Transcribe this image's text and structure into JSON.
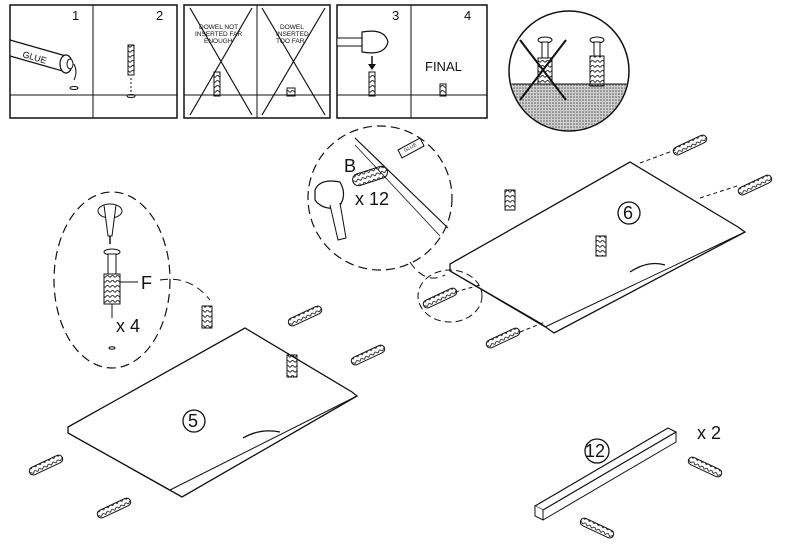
{
  "instruction_strip": {
    "panel_1_number": "1",
    "panel_2_number": "2",
    "panel_3_number": "3",
    "panel_4_number": "4",
    "glue_tube_label": "GLUE",
    "warning_not_far_enough": [
      "DOWEL NOT",
      "INSERTED FAR",
      "ENOUGH"
    ],
    "warning_too_far": [
      "DOWEL",
      "INSERTED",
      "TOO FAR"
    ],
    "final_label": "FINAL"
  },
  "callout_b": {
    "part_letter": "B",
    "quantity": "x 12",
    "glue_label": "GLUE"
  },
  "callout_f": {
    "part_letter": "F",
    "quantity": "x 4"
  },
  "panels": {
    "panel_5_step": "5",
    "panel_6_step": "6"
  },
  "rail": {
    "step": "12",
    "quantity": "x 2"
  },
  "colors": {
    "line": "#111111",
    "background": "#ffffff"
  }
}
